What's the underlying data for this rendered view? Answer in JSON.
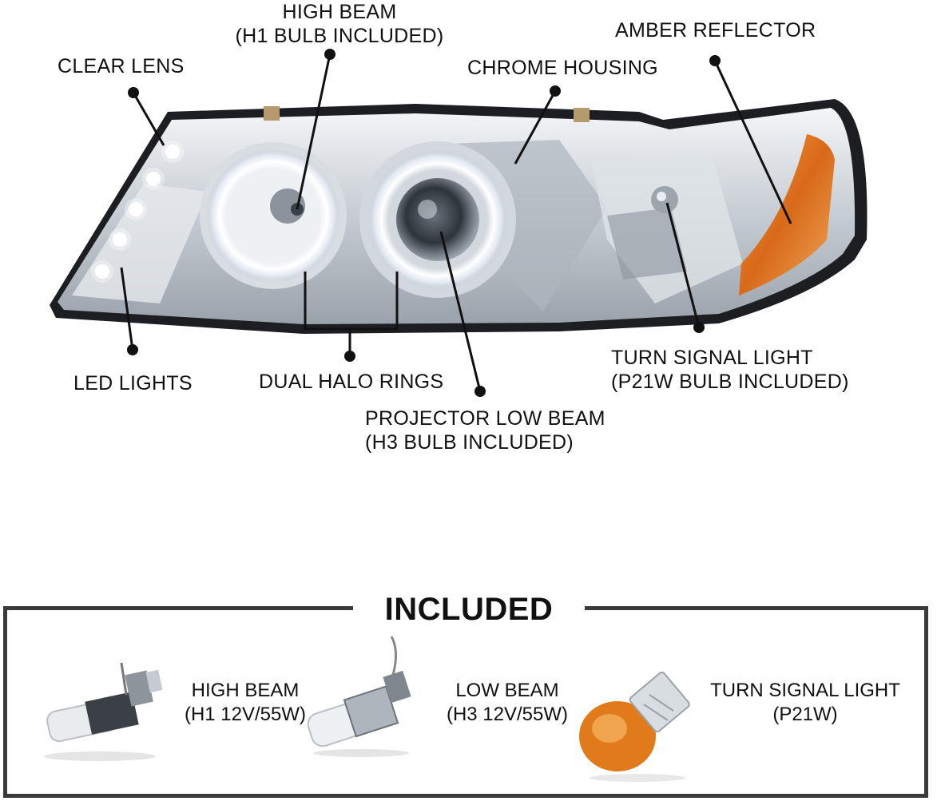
{
  "callouts": {
    "high_beam": {
      "line1": "HIGH BEAM",
      "line2": "(H1 BULB INCLUDED)"
    },
    "clear_lens": "CLEAR LENS",
    "chrome_housing": "CHROME HOUSING",
    "amber_reflector": "AMBER REFLECTOR",
    "led_lights": "LED LIGHTS",
    "dual_halo_rings": "DUAL HALO RINGS",
    "projector_low_beam": {
      "line1": "PROJECTOR LOW BEAM",
      "line2": "(H3 BULB INCLUDED)"
    },
    "turn_signal": {
      "line1": "TURN SIGNAL LIGHT",
      "line2": "(P21W BULB INCLUDED)"
    }
  },
  "included": {
    "title": "INCLUDED",
    "items": [
      {
        "line1": "HIGH BEAM",
        "line2": "(H1 12V/55W)",
        "icon": "h1-bulb-icon"
      },
      {
        "line1": "LOW BEAM",
        "line2": "(H3 12V/55W)",
        "icon": "h3-bulb-icon"
      },
      {
        "line1": "TURN SIGNAL LIGHT",
        "line2": "(P21W)",
        "icon": "p21w-amber-bulb-icon"
      }
    ]
  },
  "colors": {
    "amber": "#e0781a",
    "chrome": "#c9ced4",
    "frame": "#3a3a3a"
  }
}
